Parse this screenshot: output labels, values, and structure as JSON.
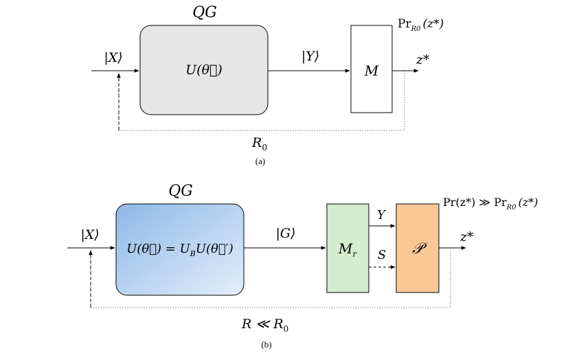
{
  "panel_a": {
    "title": "QG",
    "input": "|X⟩",
    "gate": "U(θ⃗)",
    "output": "|Y⟩",
    "measure": "M",
    "prob": "Pr",
    "prob_sub": "R0",
    "prob_arg": "(z*)",
    "result": "z*",
    "loop": "R",
    "loop_sub": "0",
    "caption": "(a)"
  },
  "panel_b": {
    "title": "QG",
    "input": "|X⟩",
    "gate": "U(θ⃗) = U",
    "gate_sub": "B",
    "gate_tail": "U(θ⃗′)",
    "output": "|G⟩",
    "measure": "M",
    "measure_sub": "r",
    "y_label": "Y",
    "s_label": "S",
    "post": "𝒫",
    "prob": "Pr(z*) ≫ Pr",
    "prob_sub": "R0",
    "prob_arg": "(z*)",
    "result": "z*",
    "loop": "R ≪ R",
    "loop_sub": "0",
    "caption": "(b)"
  },
  "colors": {
    "gate_a_fill": "#e6e6e6",
    "gate_b_fill_top": "#8db8e8",
    "gate_b_fill_bottom": "#e4eefa",
    "measure_b_fill": "#d5eccf",
    "post_fill": "#fbc796"
  }
}
